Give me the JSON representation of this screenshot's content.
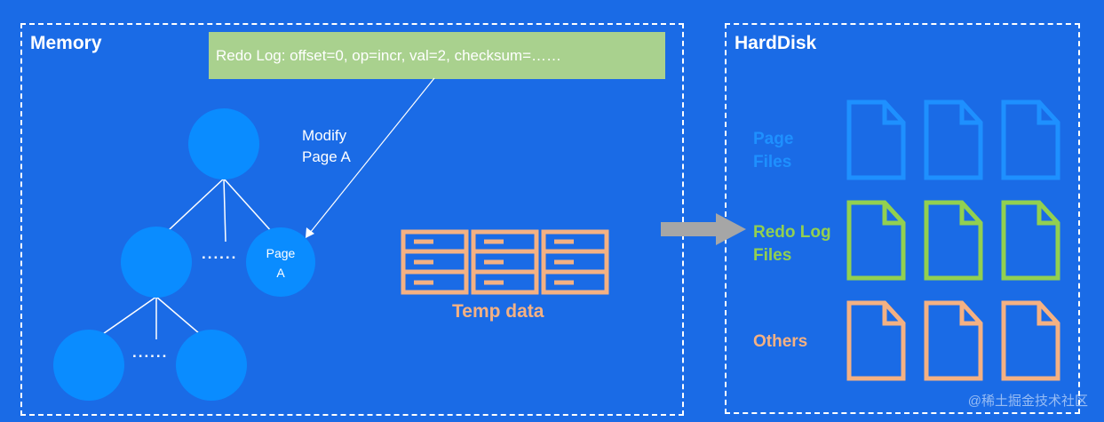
{
  "memory": {
    "title": "Memory",
    "redo_log_entry": "Redo Log: offset=0, op=incr, val=2, checksum=……",
    "modify_annotation_line1": "Modify",
    "modify_annotation_line2": "Page A",
    "tree": {
      "page_a_line1": "Page",
      "page_a_line2": "A",
      "ellipsis": "......"
    },
    "temp_data_label": "Temp data"
  },
  "harddisk": {
    "title": "HardDisk",
    "groups": [
      {
        "line1": "Page",
        "line2": "Files",
        "color": "#1e90ff"
      },
      {
        "line1": "Redo Log",
        "line2": "Files",
        "color": "#92d050"
      },
      {
        "line1": "Others",
        "line2": "",
        "color": "#f4b183"
      }
    ]
  },
  "colors": {
    "background": "#1a6be6",
    "node": "#0a8cff",
    "redo_box": "#a9d18e",
    "temp_data": "#f4b183",
    "arrow": "#a6a6a6"
  },
  "watermark": "@稀土掘金技术社区"
}
